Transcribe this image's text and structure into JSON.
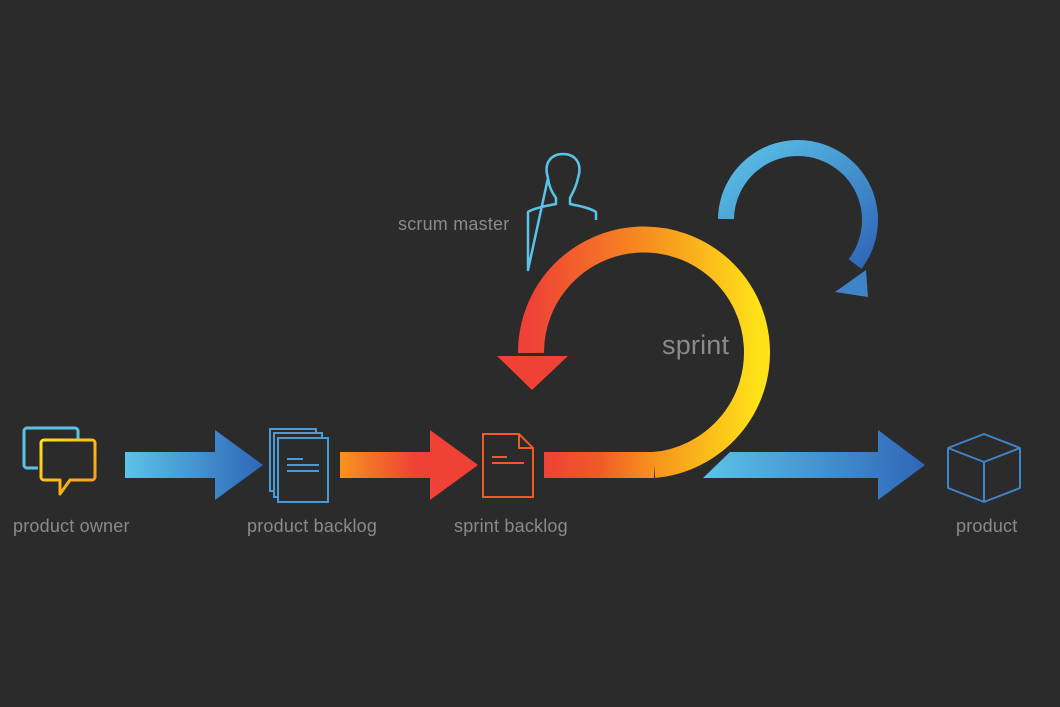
{
  "labels": {
    "product_owner": "product owner",
    "product_backlog": "product backlog",
    "sprint_backlog": "sprint backlog",
    "product": "product",
    "scrum_master": "scrum master",
    "sprint": "sprint"
  },
  "icons": {
    "product_owner": "chat-bubbles-icon",
    "product_backlog": "documents-stack-icon",
    "sprint_backlog": "document-icon",
    "product": "cube-icon",
    "scrum_master": "person-icon"
  },
  "colors": {
    "background": "#2b2b2b",
    "label": "#8a8a8a",
    "blue_light": "#5cc3e8",
    "blue_dark": "#2f5fb3",
    "orange": "#f7941d",
    "red": "#ef4136",
    "yellow": "#ffe11a"
  }
}
